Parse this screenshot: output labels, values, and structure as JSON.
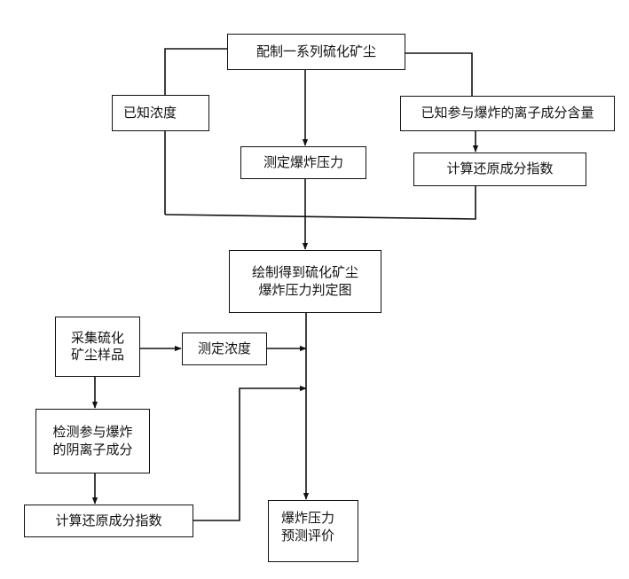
{
  "boxes": {
    "prepare": "配制一系列硫化矿尘",
    "known_concentration": "已知浓度",
    "known_ions": "已知参与爆炸的离子成分含量",
    "measure_pressure": "测定爆炸压力",
    "calc_index_top": "计算还原成分指数",
    "draw_chart": [
      "绘制得到硫化矿尘",
      "爆炸压力判定图"
    ],
    "collect_sample": [
      "采集硫化",
      "矿尘样品"
    ],
    "measure_concentration": "测定浓度",
    "detect_anions": [
      "检测参与爆炸",
      "的阴离子成分"
    ],
    "calc_index_bottom": "计算还原成分指数",
    "evaluation": [
      "爆炸压力",
      "预测评价"
    ]
  }
}
